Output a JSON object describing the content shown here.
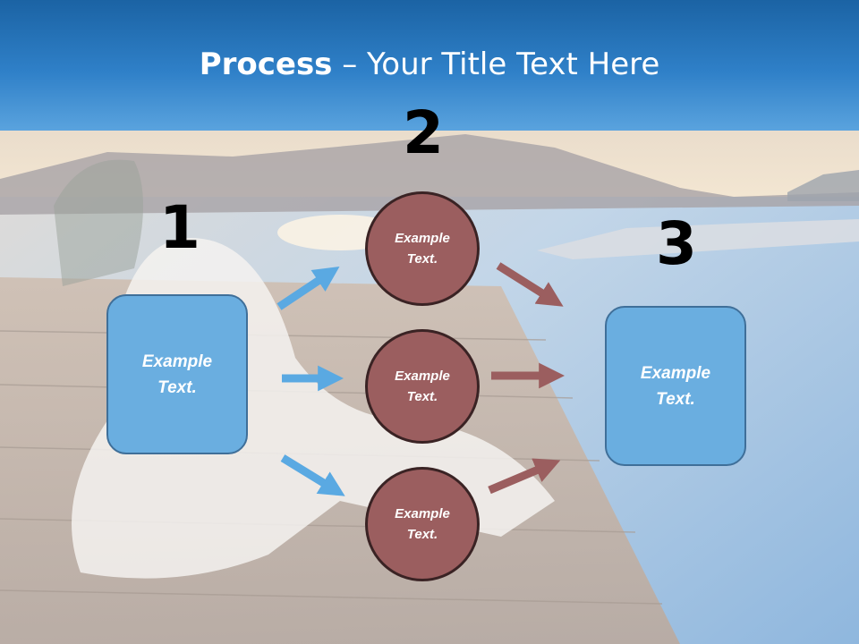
{
  "slide": {
    "title_bold": "Process",
    "title_rest": " – Your Title Text Here"
  },
  "steps": {
    "one": "1",
    "two": "2",
    "three": "3"
  },
  "nodes": {
    "left_box": "Example\nText.",
    "circle_top": "Example\nText.",
    "circle_middle": "Example\nText.",
    "circle_bottom": "Example\nText.",
    "right_box": "Example\nText."
  },
  "colors": {
    "header": "#2f80c8",
    "box_fill": "#6aaee0",
    "circle_fill": "#9b5e5f",
    "arrow_blue": "#5aa9e2",
    "arrow_red": "#9b5e5f"
  }
}
